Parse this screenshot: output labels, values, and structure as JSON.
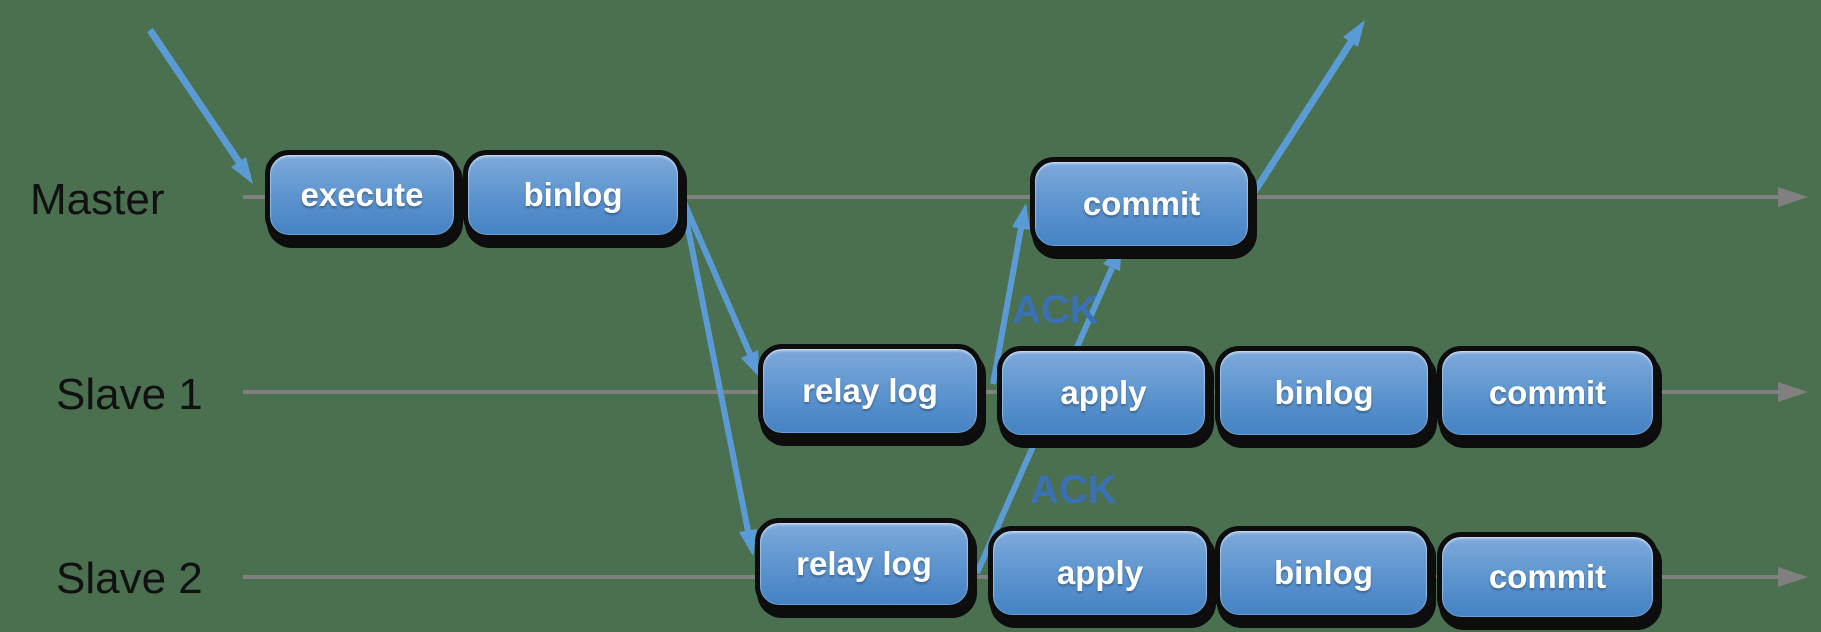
{
  "title": "MySQL semi-synchronous replication timeline",
  "lanes": [
    {
      "label": "Master",
      "boxes": [
        {
          "label": "execute"
        },
        {
          "label": "binlog"
        },
        {
          "label": "commit"
        }
      ]
    },
    {
      "label": "Slave 1",
      "boxes": [
        {
          "label": "relay log"
        },
        {
          "label": "apply"
        },
        {
          "label": "binlog"
        },
        {
          "label": "commit"
        }
      ]
    },
    {
      "label": "Slave 2",
      "boxes": [
        {
          "label": "relay log"
        },
        {
          "label": "apply"
        },
        {
          "label": "binlog"
        },
        {
          "label": "commit"
        }
      ]
    }
  ],
  "ack_labels": [
    {
      "text": "ACK"
    },
    {
      "text": "ACK"
    }
  ],
  "arrows": {
    "client_request": "arrow into Master timeline from top-left",
    "binlog_to_slave1_relay": "Master binlog to Slave 1 relay log",
    "binlog_to_slave2_relay": "Master binlog to Slave 2 relay log",
    "slave1_ack_to_commit": "Slave 1 apply ACK up to Master commit",
    "slave2_ack_to_commit": "Slave 2 apply ACK up to Master commit",
    "commit_response": "Master commit response out to top-right"
  },
  "colors": {
    "bg": "#4a7050",
    "box-top": "#7fa9dc",
    "box-bottom": "#4583c4",
    "outline": "#0d0d0d",
    "arrow": "#5b9bd5",
    "line": "#808080",
    "ack": "#3a70b4",
    "label": "#111111",
    "boxtext": "#ffffff"
  }
}
